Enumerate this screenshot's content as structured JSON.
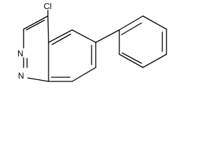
{
  "structure": {
    "atom_labels": {
      "chlorine": "Cl",
      "nitrogen_1": "N",
      "nitrogen_2": "N"
    },
    "colors": {
      "background": "#ffffff",
      "line": "#000000"
    }
  }
}
